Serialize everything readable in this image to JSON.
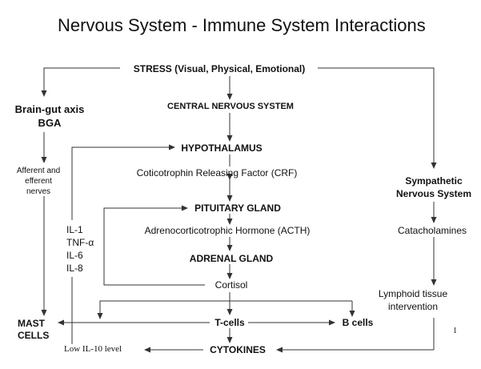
{
  "title": "Nervous System - Immune System Interactions",
  "nodes": {
    "stress": "STRESS (Visual, Physical, Emotional)",
    "cns": "CENTRAL NERVOUS SYSTEM",
    "hypothalamus": "HYPOTHALAMUS",
    "crf": "Coticotrophin Releasing Factor (CRF)",
    "pituitary": "PITUITARY GLAND",
    "acth": "Adrenocorticotrophic Hormone (ACTH)",
    "adrenal": "ADRENAL GLAND",
    "cortisol": "Cortisol",
    "tcells": "T-cells",
    "bcells": "B cells",
    "cytokines": "CYTOKINES",
    "brain_gut_line1": "Brain-gut axis",
    "brain_gut_line2": "BGA",
    "afferent_line1": "Afferent and",
    "afferent_line2": "efferent",
    "afferent_line3": "nerves",
    "mast_line1": "MAST",
    "mast_line2": "CELLS",
    "low_il10": "Low IL-10 level",
    "sympathetic_line1": "Sympathetic",
    "sympathetic_line2": "Nervous System",
    "catecholamines": "Catacholamines",
    "lymphoid_line1": "Lymphoid tissue",
    "lymphoid_line2": "intervention",
    "il1": "IL-1",
    "tnf": "TNF-α",
    "il6": "IL-6",
    "il8": "IL-8",
    "page_number": "1"
  },
  "colors": {
    "line": "#333333",
    "text": "#111111"
  }
}
